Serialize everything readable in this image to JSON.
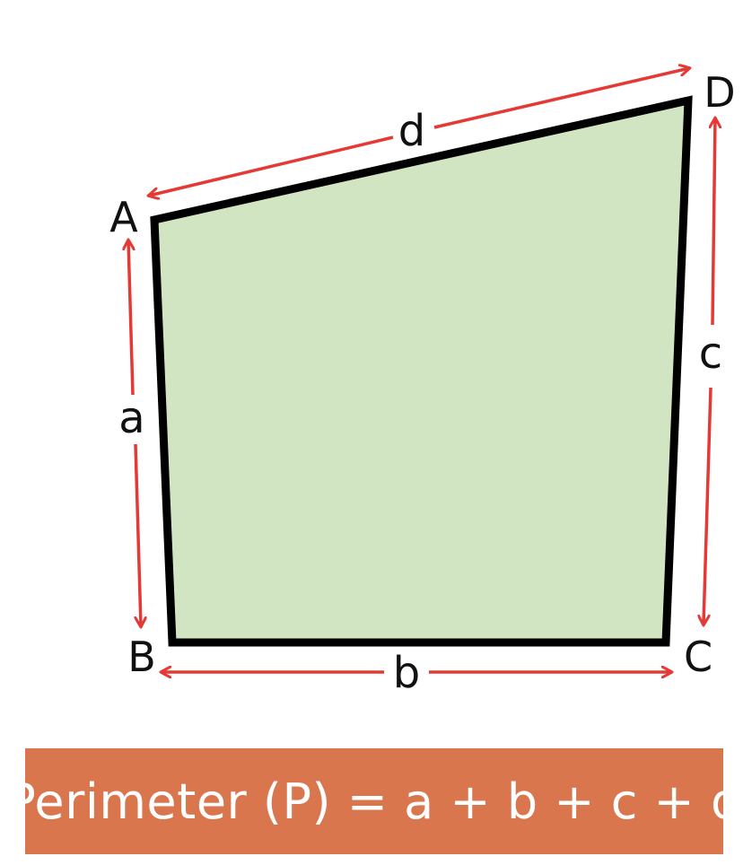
{
  "colors": {
    "shape_fill": "#d1e5c3",
    "shape_stroke": "#000000",
    "arrow": "#e53935",
    "banner_bg": "#d9764e",
    "banner_text": "#ffffff"
  },
  "vertices": {
    "A": "A",
    "B": "B",
    "C": "C",
    "D": "D"
  },
  "sides": {
    "a": "a",
    "b": "b",
    "c": "c",
    "d": "d"
  },
  "formula": "Perimeter (P) = a + b + c + d"
}
